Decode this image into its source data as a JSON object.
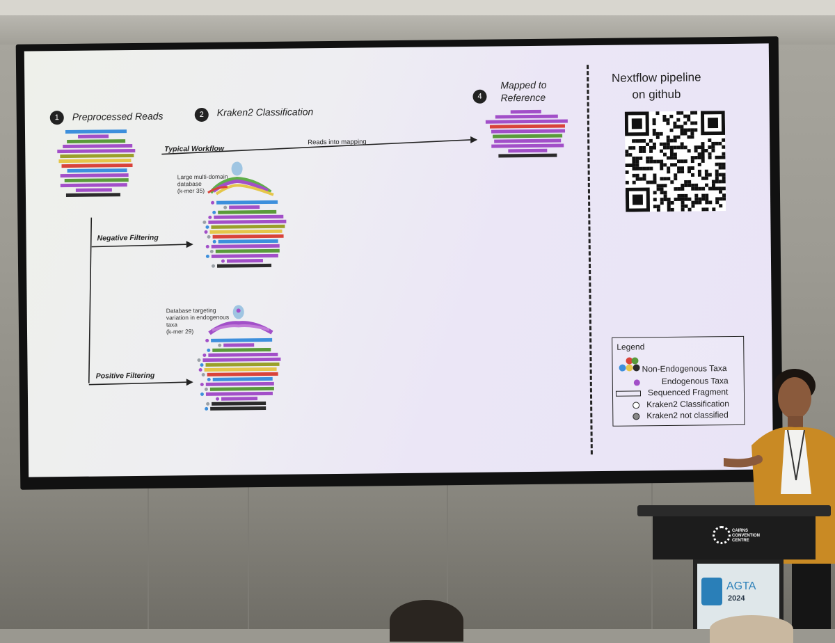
{
  "slide": {
    "steps": [
      {
        "num": "1",
        "label": "Preprocessed Reads"
      },
      {
        "num": "2",
        "label": "Kraken2 Classification"
      },
      {
        "num": "4",
        "label_line1": "Mapped to",
        "label_line2": "Reference"
      }
    ],
    "typical_workflow": "Typical Workflow",
    "reads_into_mapping": "Reads into mapping",
    "negative_filtering": "Negative Filtering",
    "positive_filtering": "Positive Filtering",
    "db1": {
      "line1": "Large multi-domain",
      "line2": "database",
      "line3": "(k-mer 35)"
    },
    "db2": {
      "line1": "Database targeting",
      "line2": "variation in endogenous",
      "line3": "taxa",
      "line4": "(k-mer 29)"
    },
    "qr_title_line1": "Nextflow pipeline",
    "qr_title_line2": "on github",
    "legend": {
      "title": "Legend",
      "items": [
        "Non-Endogenous Taxa",
        "Endogenous Taxa",
        "Sequenced Fragment",
        "Kraken2 Classification",
        "Kraken2 not classified"
      ]
    }
  },
  "podium": {
    "sign_line1": "CAIRNS",
    "sign_line2": "CONVENTION",
    "sign_line3": "CENTRE",
    "event_name": "AGTA",
    "event_year": "2024"
  },
  "colors": {
    "blue": "#3d8fdc",
    "purple": "#a24fc8",
    "green": "#5a9a3a",
    "olive": "#9aa02a",
    "yellow": "#e5c64a",
    "red": "#d9433a",
    "dark": "#2b2b2b"
  }
}
